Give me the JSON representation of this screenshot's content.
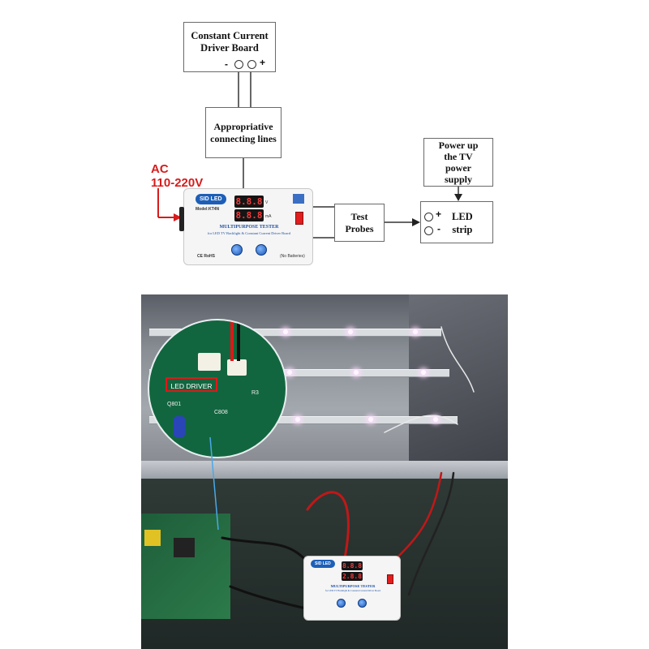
{
  "diagram": {
    "driver_board": {
      "line1": "Constant Current",
      "line2": "Driver Board",
      "terminal_minus": "-",
      "terminal_plus": "+"
    },
    "connecting_lines": {
      "line1": "Appropriative",
      "line2": "connecting lines"
    },
    "ac_input": {
      "line1": "AC",
      "line2": "110-220V"
    },
    "test_probes": {
      "line1": "Test",
      "line2": "Probes"
    },
    "power_supply": {
      "line1": "Power up",
      "line2": "the TV",
      "line3": "power",
      "line4": "supply"
    },
    "led_strip": {
      "plus": "+",
      "minus": "-",
      "line1": "LED",
      "line2": "strip"
    }
  },
  "tester": {
    "logo": "SID LED",
    "model": "Model:KT4N",
    "display_top": "8.8.8",
    "display_bottom": "8.8.8",
    "unit_top": "V",
    "unit_bottom": "mA",
    "title": "MULTIPURPOSE TESTER",
    "subtitle": "for LED TV Backlight & Constant Current Driver Board",
    "marks": "CE RoHS",
    "note": "(No Batteries)"
  },
  "photo": {
    "callout_label": "LED DRIVER",
    "pcb_labels": [
      "Q801",
      "C808",
      "R3"
    ],
    "tester_logo": "SID LED",
    "tester_display_top": "8.8.8",
    "tester_display_bottom": "2.8.8",
    "tester_title": "MULTIPURPOSE TESTER",
    "tester_subtitle": "for LED TV Backlight & Constant Current Driver Board"
  },
  "colors": {
    "ac_red": "#d81b1b",
    "logo_blue": "#1d5fb8",
    "callout_red": "#e01818",
    "pointer_blue": "#4aa8e8"
  }
}
